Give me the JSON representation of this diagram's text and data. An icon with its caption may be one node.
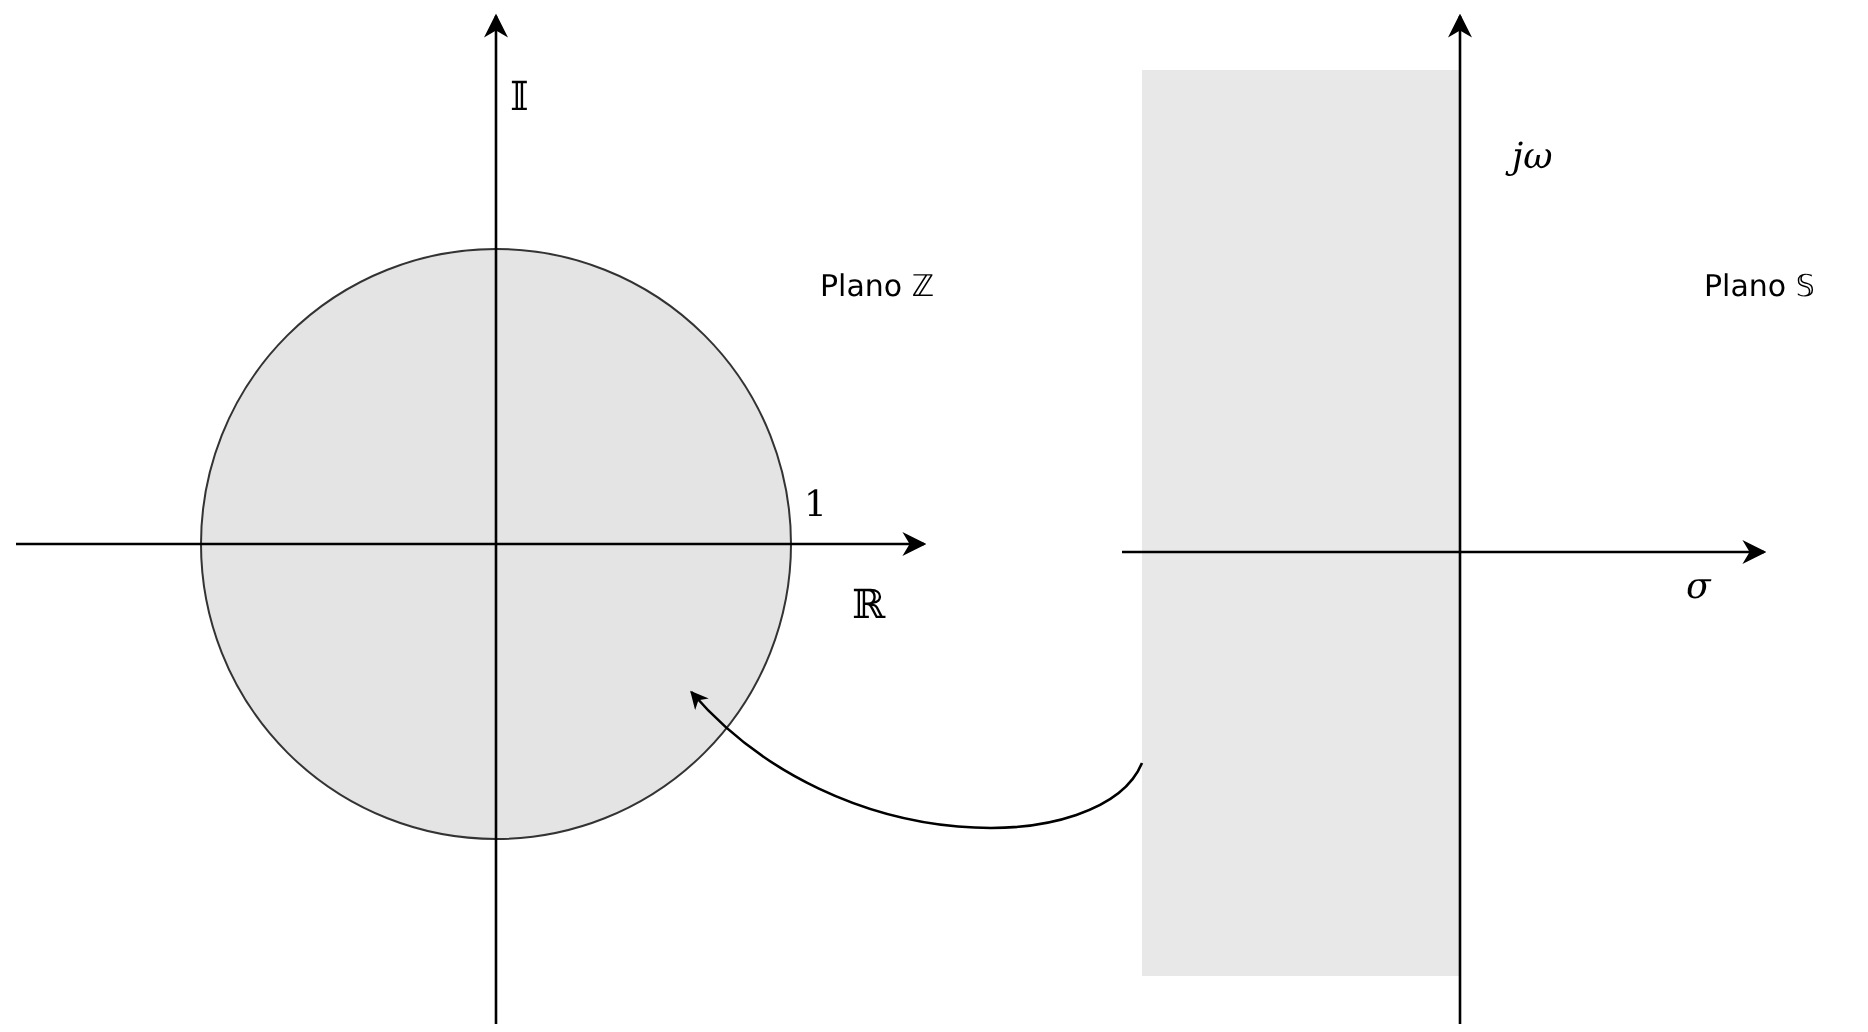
{
  "diagram": {
    "nodes": [
      {
        "text": [],
        "shape": "circle"
      },
      {
        "text": [],
        "shape": "box"
      }
    ],
    "edges": [
      {
        "from": 1,
        "to": 0,
        "arrow": "to"
      }
    ],
    "labels": [
      "𝕀",
      "Plano ℤ",
      "1",
      "ℝ",
      "jω",
      "Plano 𝕊",
      "σ"
    ]
  }
}
